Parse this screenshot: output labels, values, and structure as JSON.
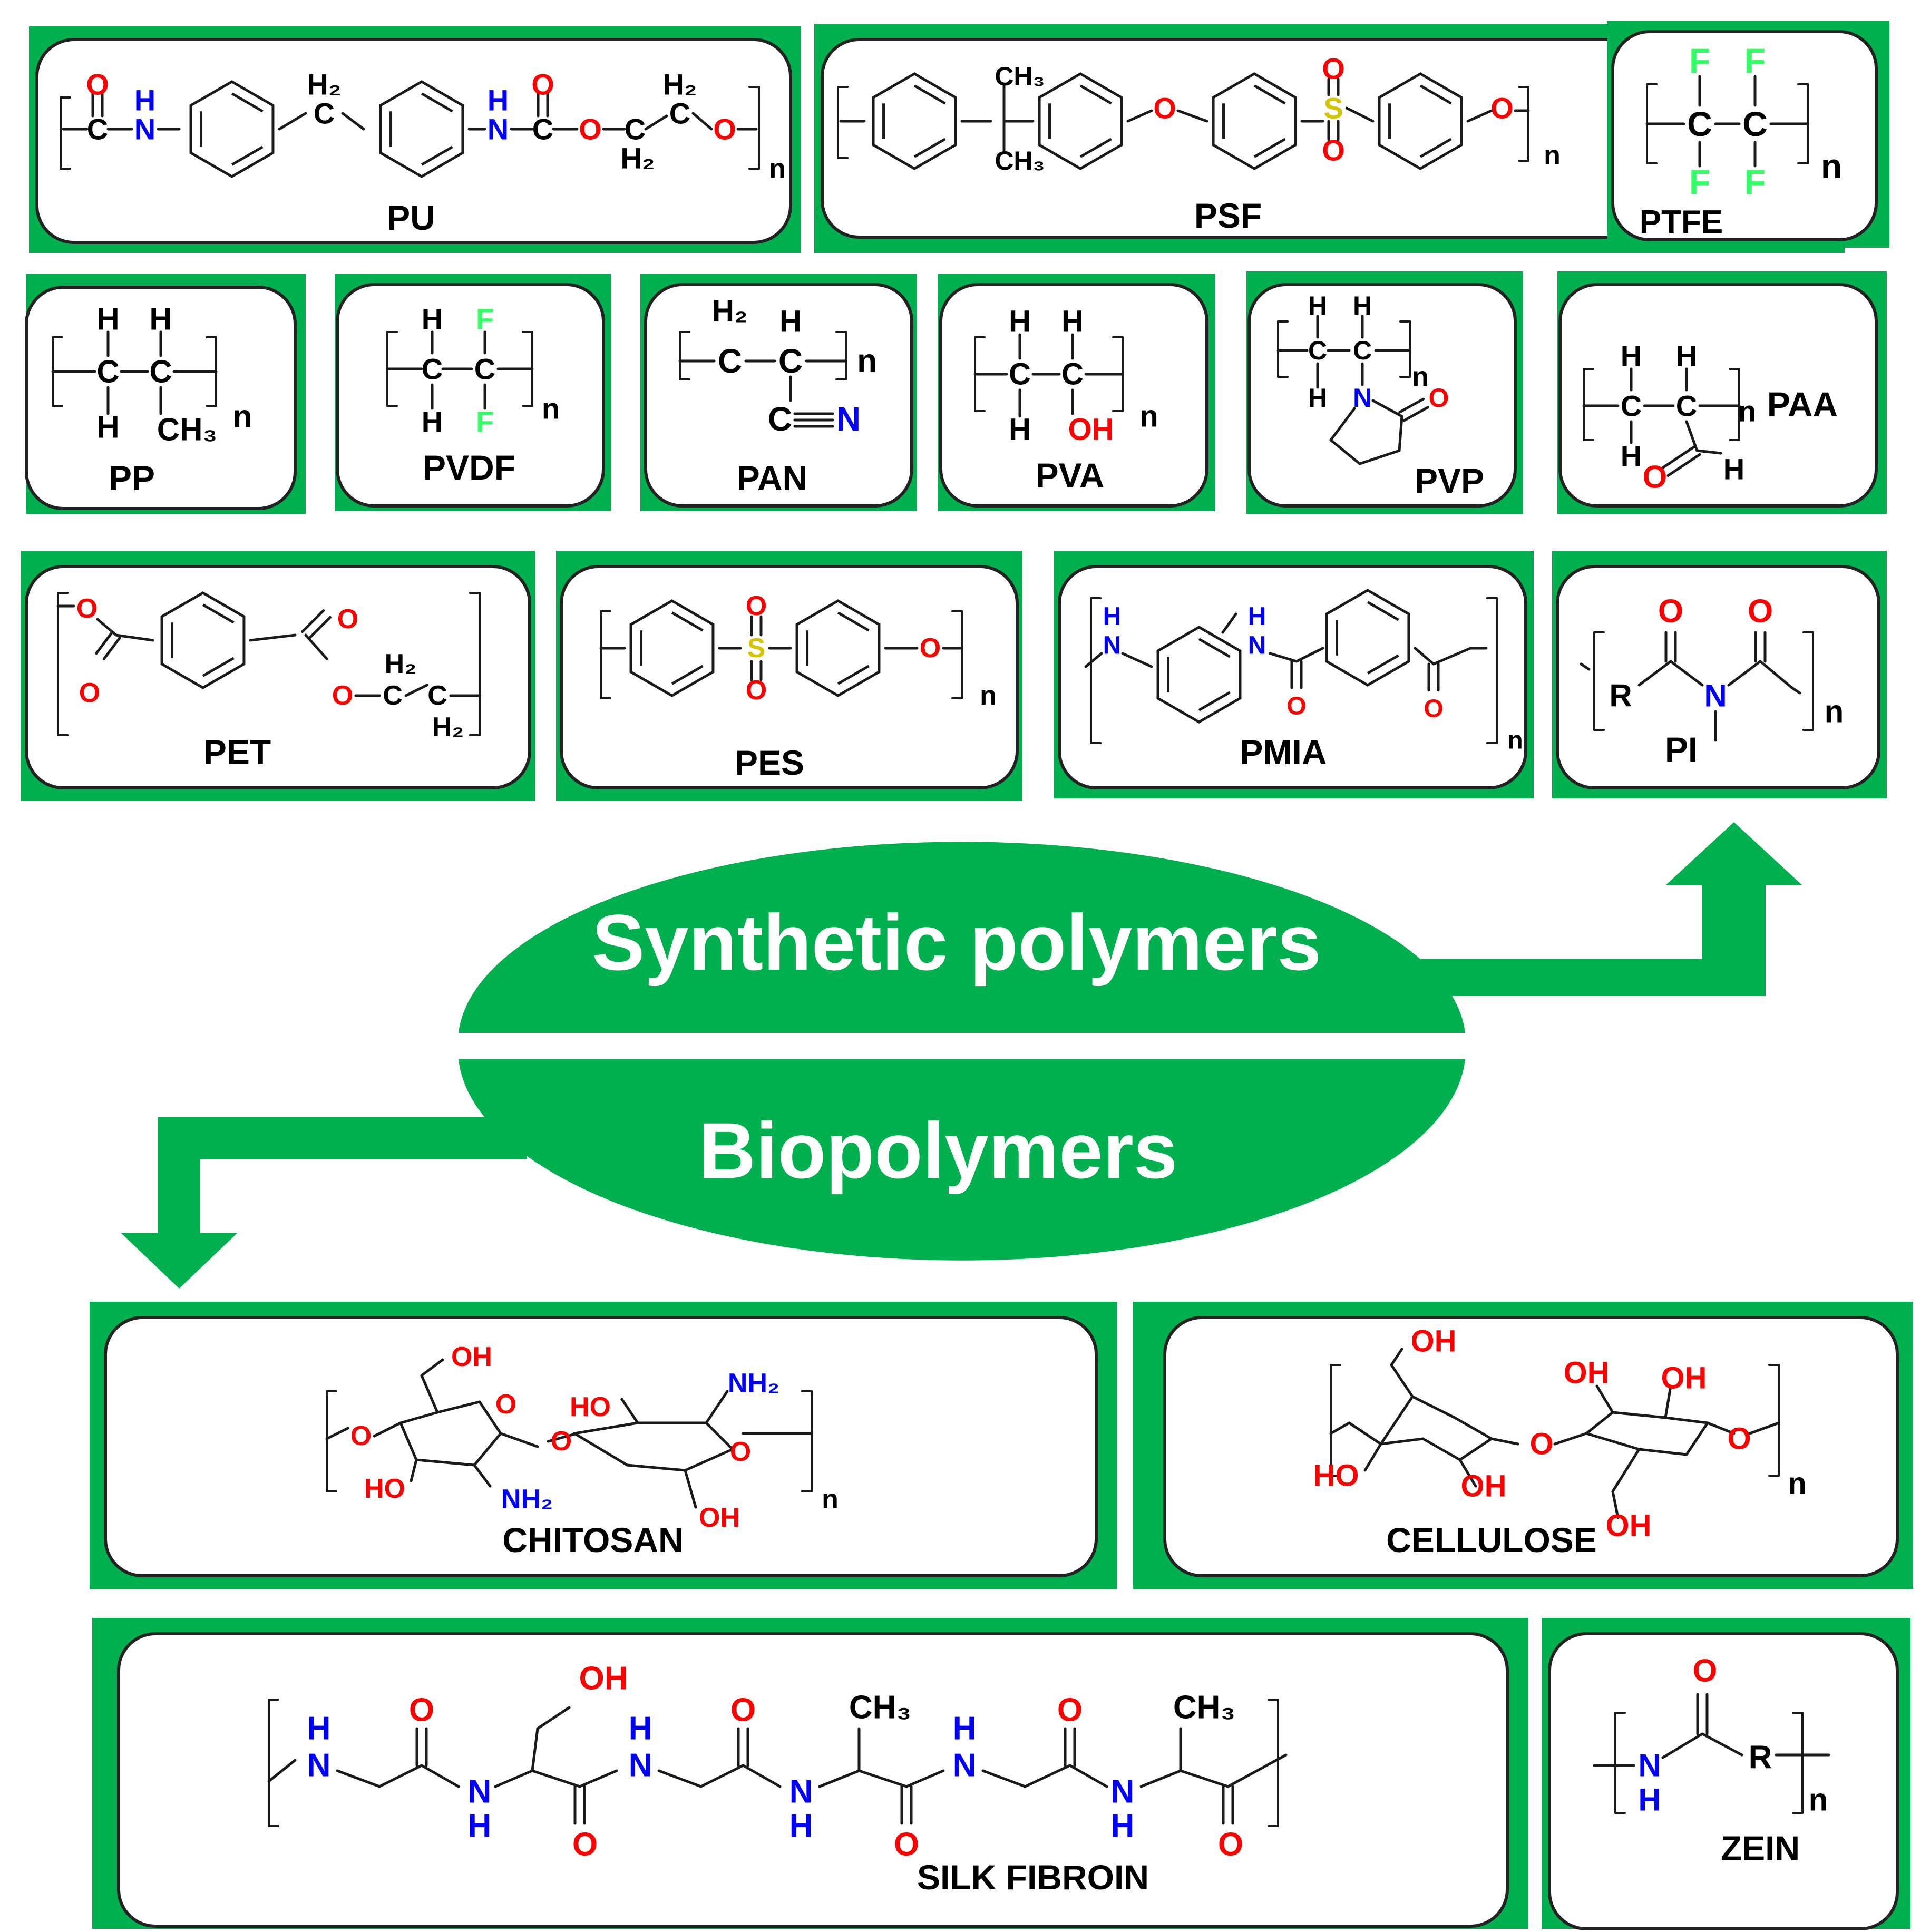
{
  "colors": {
    "green": "#00b04f",
    "card_border": "#222222",
    "card_fill": "#ffffff",
    "bond": "#1a1a1a",
    "carbon_text": "#000000",
    "oxygen": "#ff0000",
    "nitrogen": "#0000ff",
    "sulfur": "#d4c400",
    "fluorine": "#33ff66"
  },
  "center": {
    "synthetic_label": "Synthetic polymers",
    "bio_label": "Biopolymers"
  },
  "synthetic": [
    {
      "key": "pu",
      "name": "PU",
      "ring_icon": "benzene-ring-icon"
    },
    {
      "key": "psf",
      "name": "PSF",
      "ring_icon": "benzene-ring-icon"
    },
    {
      "key": "ptfe",
      "name": "PTFE"
    },
    {
      "key": "pp",
      "name": "PP"
    },
    {
      "key": "pvdf",
      "name": "PVDF"
    },
    {
      "key": "pan",
      "name": "PAN"
    },
    {
      "key": "pva",
      "name": "PVA"
    },
    {
      "key": "pvp",
      "name": "PVP"
    },
    {
      "key": "paa",
      "name": "PAA"
    },
    {
      "key": "pet",
      "name": "PET"
    },
    {
      "key": "pes",
      "name": "PES"
    },
    {
      "key": "pmia",
      "name": "PMIA"
    },
    {
      "key": "pi",
      "name": "PI"
    }
  ],
  "biopolymers": [
    {
      "key": "chitosan",
      "name": "CHITOSAN"
    },
    {
      "key": "cellulose",
      "name": "CELLULOSE"
    },
    {
      "key": "silk",
      "name": "SILK FIBROIN"
    },
    {
      "key": "zein",
      "name": "ZEIN"
    }
  ],
  "atoms": {
    "C": "C",
    "H": "H",
    "O": "O",
    "N": "N",
    "S": "S",
    "F": "F",
    "R": "R",
    "n": "n",
    "H2": "H₂",
    "CH3": "CH₃",
    "OH": "OH",
    "HO": "HO",
    "NH2": "NH₂",
    "CN": "C≡N"
  }
}
